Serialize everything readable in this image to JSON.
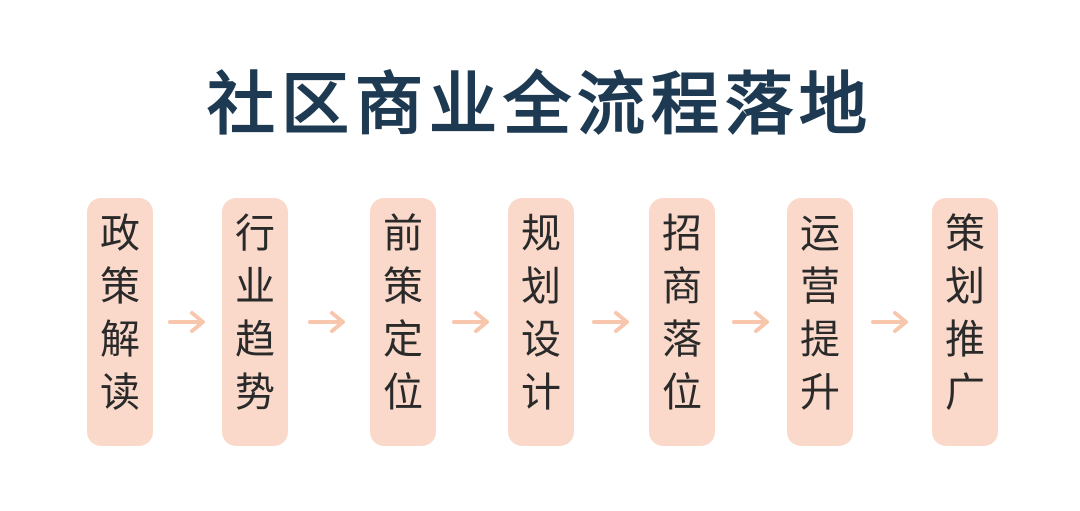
{
  "title": "社区商业全流程落地",
  "colors": {
    "title": "#1d3a52",
    "pill_fill": "#fad9ca",
    "arrow": "#f8c5ad",
    "text": "#2a2a2a"
  },
  "steps": [
    {
      "label": "政策解读",
      "chars": [
        "政",
        "策",
        "解",
        "读"
      ]
    },
    {
      "label": "行业趋势",
      "chars": [
        "行",
        "业",
        "趋",
        "势"
      ]
    },
    {
      "label": "前策定位",
      "chars": [
        "前",
        "策",
        "定",
        "位"
      ]
    },
    {
      "label": "规划设计",
      "chars": [
        "规",
        "划",
        "设",
        "计"
      ]
    },
    {
      "label": "招商落位",
      "chars": [
        "招",
        "商",
        "落",
        "位"
      ]
    },
    {
      "label": "运营提升",
      "chars": [
        "运",
        "营",
        "提",
        "升"
      ]
    },
    {
      "label": "策划推广",
      "chars": [
        "策",
        "划",
        "推",
        "广"
      ]
    }
  ],
  "arrow_icon": "arrow-right-icon"
}
